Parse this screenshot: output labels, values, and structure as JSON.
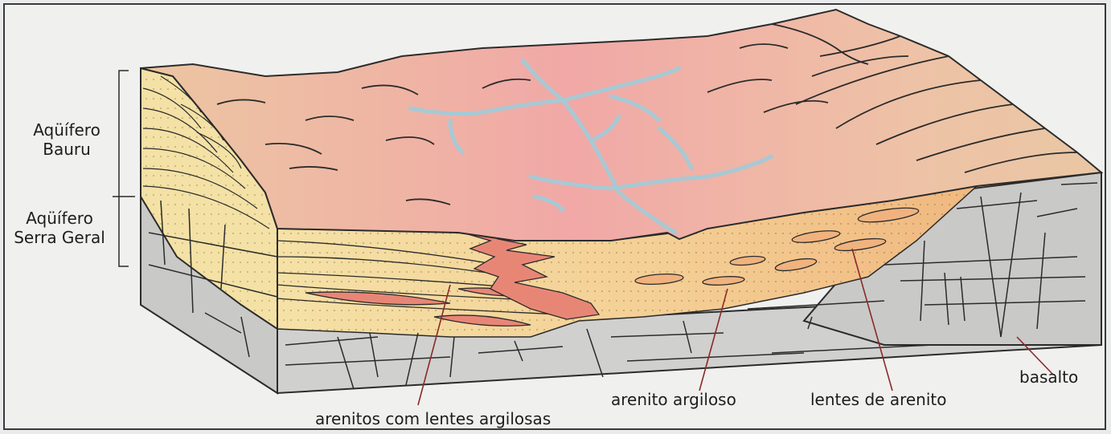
{
  "labels": {
    "aquifer_bauru_line1": "Aqüífero",
    "aquifer_bauru_line2": "Bauru",
    "aquifer_serra_line1": "Aqüífero",
    "aquifer_serra_line2": "Serra Geral",
    "arenitos_lentes": "arenitos com lentes argilosas",
    "arenito_argiloso": "arenito argiloso",
    "lentes_arenito": "lentes de arenito",
    "basalto": "basalto"
  },
  "colors": {
    "basalt": "#c8c8c6",
    "basalt_front": "#d2d2d0",
    "sandstone": "#f5e2a6",
    "clay_lens": "#e78a78",
    "surface_pink": "#f0a9a5",
    "surface_tan": "#edc8a0",
    "river": "#a6c9d4",
    "outline": "#2b2b2b",
    "leader": "#8b2a2a"
  }
}
